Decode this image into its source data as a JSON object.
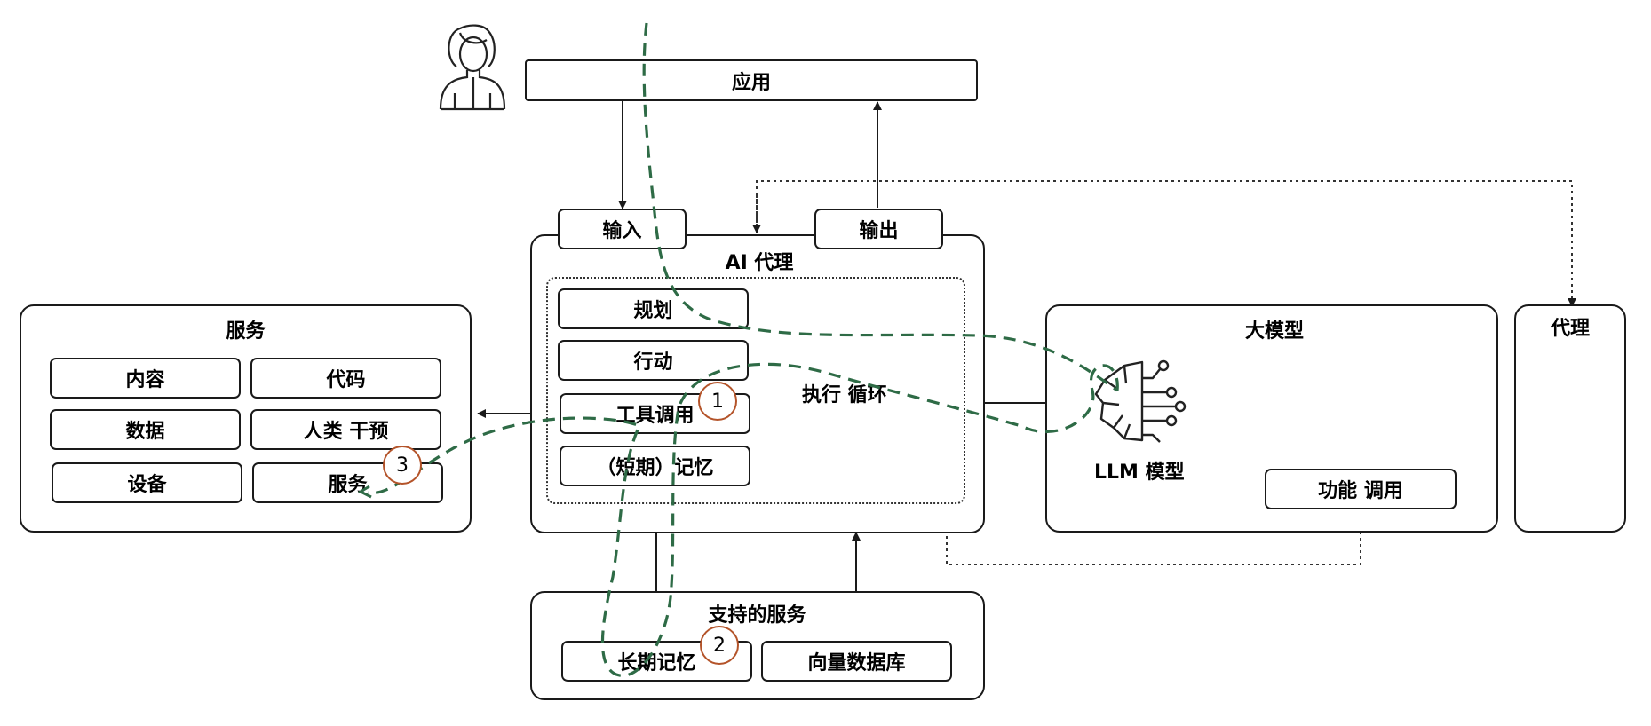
{
  "app": {
    "label": "应用"
  },
  "io": {
    "input": "输入",
    "output": "输出"
  },
  "agent": {
    "title": "AI 代理",
    "components": [
      "规划",
      "行动",
      "工具调用",
      "（短期）记忆"
    ],
    "loop_label": "执行 循环"
  },
  "services": {
    "title": "服务",
    "items": [
      "内容",
      "代码",
      "数据",
      "人类 干预",
      "设备",
      "服务"
    ]
  },
  "llm": {
    "title": "大模型",
    "model_label": "LLM 模型",
    "function_call": "功能 调用"
  },
  "other_agent": {
    "title": "代理"
  },
  "support": {
    "title": "支持的服务",
    "long_term_memory": "长期记忆",
    "vector_db": "向量数据库"
  },
  "steps": [
    "1",
    "2",
    "3"
  ],
  "colors": {
    "flow_path": "#2e6b46",
    "step_circle": "#b4542a",
    "border": "#1a1a1a"
  },
  "icons": {
    "user": "person-icon",
    "llm": "brain-circuit-icon"
  }
}
